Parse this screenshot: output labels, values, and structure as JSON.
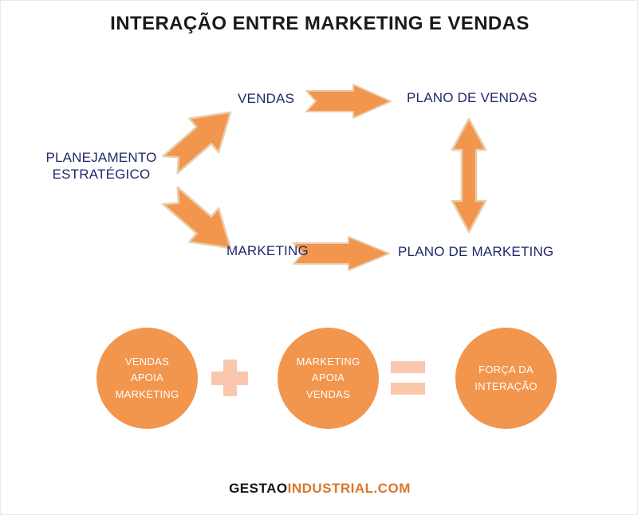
{
  "page": {
    "title": "INTERAÇÃO ENTRE MARKETING E VENDAS",
    "background_color": "#ffffff"
  },
  "colors": {
    "arrow_fill": "#f2954d",
    "arrow_stroke": "#e8cdab",
    "circle_fill": "#f2954d",
    "operator_fill": "#f9c7ab",
    "label_text": "#22296b",
    "title_text": "#1a1a1a",
    "logo_dark": "#141414",
    "logo_accent": "#d9762b"
  },
  "flow": {
    "source": {
      "line1": "PLANEJAMENTO",
      "line2": "ESTRATÉGICO"
    },
    "branches": [
      {
        "label": "VENDAS",
        "output": "PLANO DE VENDAS"
      },
      {
        "label": "MARKETING",
        "output": "PLANO DE MARKETING"
      }
    ],
    "arrows": [
      {
        "name": "arrow-up-diagonal",
        "direction": "up-right"
      },
      {
        "name": "arrow-down-diagonal",
        "direction": "down-right"
      },
      {
        "name": "arrow-vendas-to-plano",
        "direction": "right"
      },
      {
        "name": "arrow-marketing-to-plano",
        "direction": "right"
      },
      {
        "name": "arrow-vertical-double",
        "direction": "up-down"
      }
    ]
  },
  "equation": {
    "terms": [
      {
        "line1": "VENDAS",
        "line2": "APOIA",
        "line3": "MARKETING"
      },
      {
        "line1": "MARKETING",
        "line2": "APOIA",
        "line3": "VENDAS"
      },
      {
        "line1": "FORÇA DA",
        "line2": "INTERAÇÃO",
        "line3": ""
      }
    ],
    "operators": [
      {
        "name": "plus",
        "symbol": "+"
      },
      {
        "name": "equals",
        "symbol": "="
      }
    ]
  },
  "footer": {
    "logo_dark": "GESTAO",
    "logo_accent": "INDUSTRIAL.COM"
  }
}
